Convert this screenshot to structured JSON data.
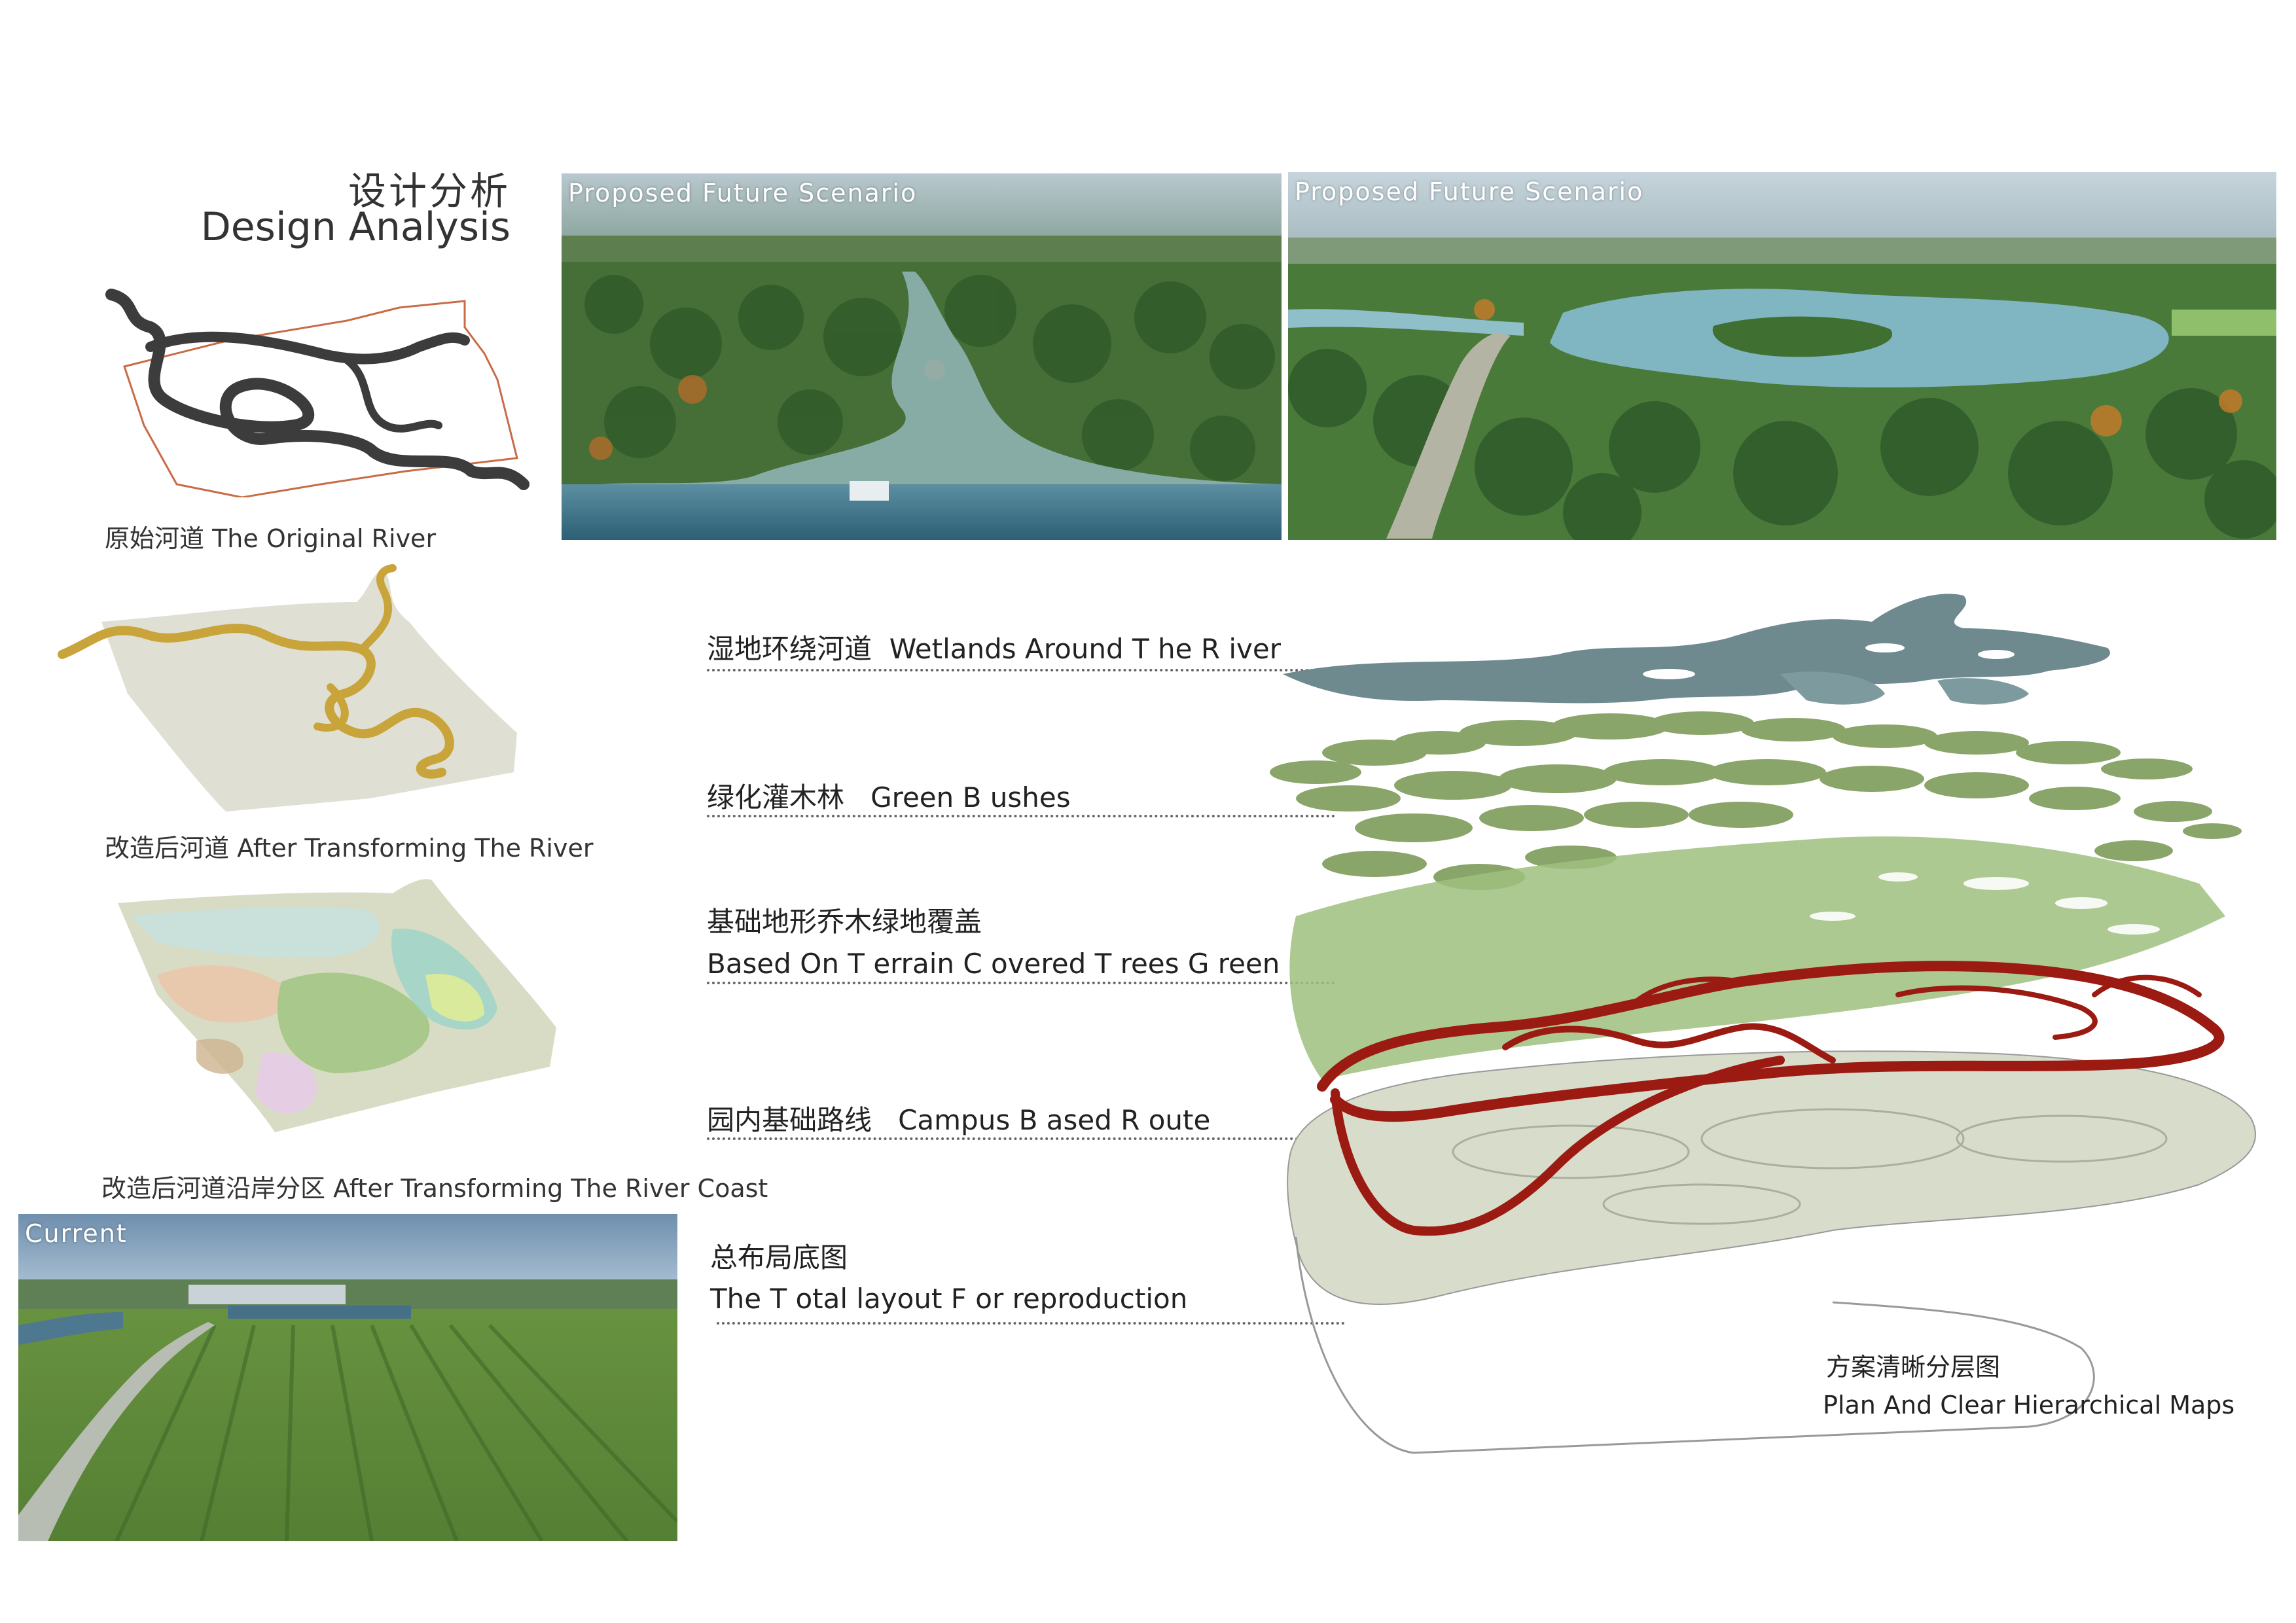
{
  "header": {
    "title_cn": "设计分析",
    "title_en": "Design Analysis"
  },
  "photos": {
    "top_left_title": "Proposed Future Scenario",
    "top_right_title": "Proposed Future Scenario",
    "current_title": "Current"
  },
  "diagrams": [
    {
      "caption": "原始河道  The Original River"
    },
    {
      "caption": "改造后河道  After Transforming The River"
    },
    {
      "caption": "改造后河道沿岸分区 After Transforming The River Coast"
    }
  ],
  "layers": [
    {
      "cn": "湿地环绕河道",
      "en": "Wetlands Around  T he  R iver"
    },
    {
      "cn": "绿化灌木林",
      "en": "Green  B ushes"
    },
    {
      "cn": "基础地形乔木绿地覆盖",
      "en": "Based  On  T errain  C overed  T rees  G reen"
    },
    {
      "cn": "园内基础路线",
      "en": "Campus  B ased  R oute"
    },
    {
      "cn": "总布局底图",
      "en": "The  T otal layout  F or reproduction"
    }
  ],
  "footer_caption": {
    "cn": "方案清晰分层图",
    "en": "Plan And Clear Hierarchical Maps"
  },
  "colors": {
    "river_gray": "#3c3c3c",
    "river_gold": "#c9a43a",
    "wetland": "#6e8a8e",
    "bushes": "#8aa56a",
    "terrain": "#9fbf7f",
    "route": "#9b1b12",
    "base_map": "#d8dccb"
  }
}
